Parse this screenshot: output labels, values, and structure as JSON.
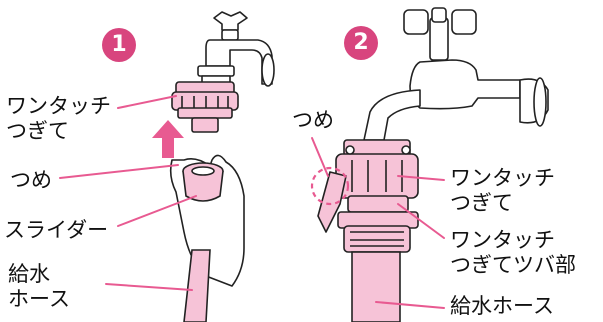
{
  "colors": {
    "pink": "#e85a91",
    "pink_light": "#f6c3d7",
    "outline": "#222222",
    "badge_bg": "#d8457e"
  },
  "step_markers": [
    "1",
    "2"
  ],
  "left_panel": {
    "coupler_label": [
      "ワンタッチ",
      "つぎて"
    ],
    "claw_label": "つめ",
    "slider_label": "スライダー",
    "hose_label": [
      "給水",
      "ホース"
    ]
  },
  "right_panel": {
    "claw_label": "つめ",
    "coupler_label": [
      "ワンタッチ",
      "つぎて"
    ],
    "flange_label": [
      "ワンタッチ",
      "つぎてツバ部"
    ],
    "hose_label": "給水ホース"
  }
}
